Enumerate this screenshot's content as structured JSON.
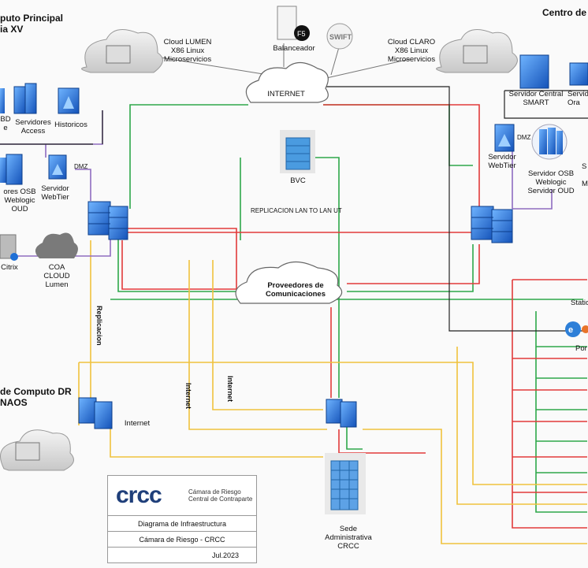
{
  "sites": {
    "principal": "Centro de Cómputo Principal\nTriara XV",
    "principal_line1": "puto Principal",
    "principal_line2": "ia XV",
    "dr_line1": "de Computo DR",
    "dr_line2": "NAOS",
    "centro": "Centro de"
  },
  "nodes": {
    "bd": "BD",
    "bd2": "e",
    "servidores_access": "Servidores\nAccess",
    "historicos": "Historicos",
    "osb_left": "ores  OSB\nWeblogic\nOUD",
    "webtier_left": "Servidor\nWebTier",
    "dmz_left": "DMZ",
    "citrix": "Citrix",
    "coa": "COA\nCLOUD\nLumen",
    "cloud_lumen": "Cloud LUMEN\nX86 Linux\nMicroservicios",
    "balanceador": "Balanceador",
    "internet": "INTERNET",
    "cloud_claro": "Cloud CLARO\nX86 Linux\nMicroservicios",
    "bvc": "BVC",
    "replicacion_lan": "REPLICACION LAN TO LAN UT",
    "proveedores": "Proveedores de\nComunicaciones",
    "servidor_central": "Servidor Central\nSMART",
    "servidor_ora": "Servid\nOra",
    "webtier_right": "Servidor\nWebTier",
    "dmz_right": "DMZ",
    "osb_right": "Servidor  OSB\nWeblogic\nServidor OUD",
    "s_right": "S",
    "m_right": "M",
    "station": "Statio",
    "portal": "Por",
    "replicacion_v": "Replicacion",
    "internet_v1": "Internet",
    "internet_v2": "Internet",
    "internet_dr": "Internet",
    "sede": "Sede\nAdministrativa\nCRCC"
  },
  "legend": {
    "logo": "crcc",
    "logo_sub": "Cámara de Riesgo\nCentral de Contraparte",
    "title": "Diagrama de Infraestructura",
    "org": "Cámara de Riesgo - CRCC",
    "date": "Jul.2023"
  },
  "colors": {
    "green": "#2ea84a",
    "red": "#e23b3b",
    "yellow": "#f0c23c",
    "purple": "#8f6cc0",
    "black": "#222222",
    "blue": "#1e6fd6"
  }
}
